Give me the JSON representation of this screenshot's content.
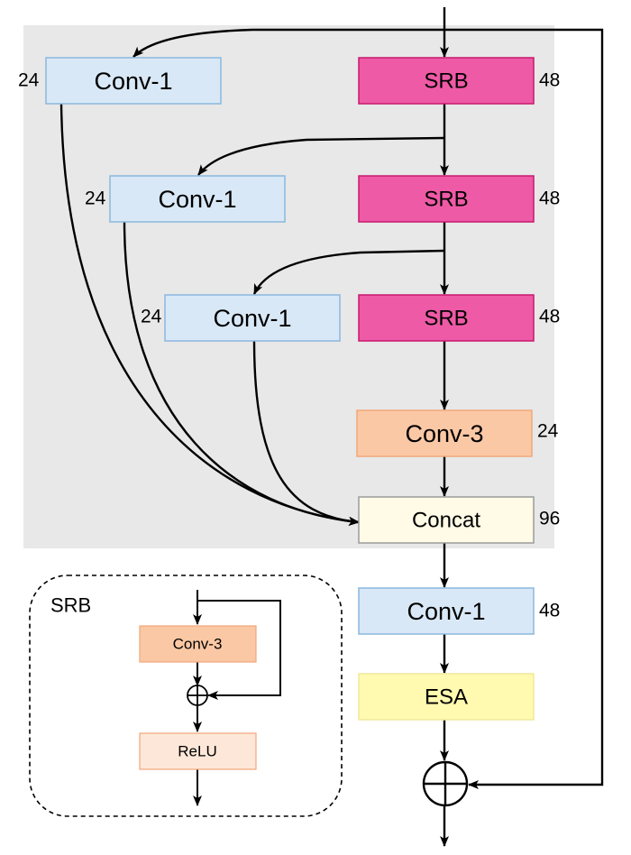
{
  "blocks": {
    "conv1_a": "Conv-1",
    "conv1_b": "Conv-1",
    "conv1_c": "Conv-1",
    "srb_1": "SRB",
    "srb_2": "SRB",
    "srb_3": "SRB",
    "conv3": "Conv-3",
    "concat": "Concat",
    "conv1_out": "Conv-1",
    "esa": "ESA"
  },
  "channels": {
    "conv1_a": "24",
    "conv1_b": "24",
    "conv1_c": "24",
    "srb_1": "48",
    "srb_2": "48",
    "srb_3": "48",
    "conv3": "24",
    "concat": "96",
    "conv1_out": "48"
  },
  "legend": {
    "title": "SRB",
    "conv3": "Conv-3",
    "relu": "ReLU"
  },
  "colors": {
    "background_panel": "#e8e8e8",
    "conv1_fill": "#d9e8f6",
    "conv1_stroke": "#8ab8de",
    "srb_fill": "#ee5aa6",
    "srb_stroke": "#c8186e",
    "conv3_fill": "#fbc8a5",
    "conv3_stroke": "#f0a77a",
    "concat_fill": "#fffbe6",
    "concat_stroke": "#9b9b9b",
    "esa_fill": "#fffab0",
    "esa_stroke": "#f2e79a"
  }
}
